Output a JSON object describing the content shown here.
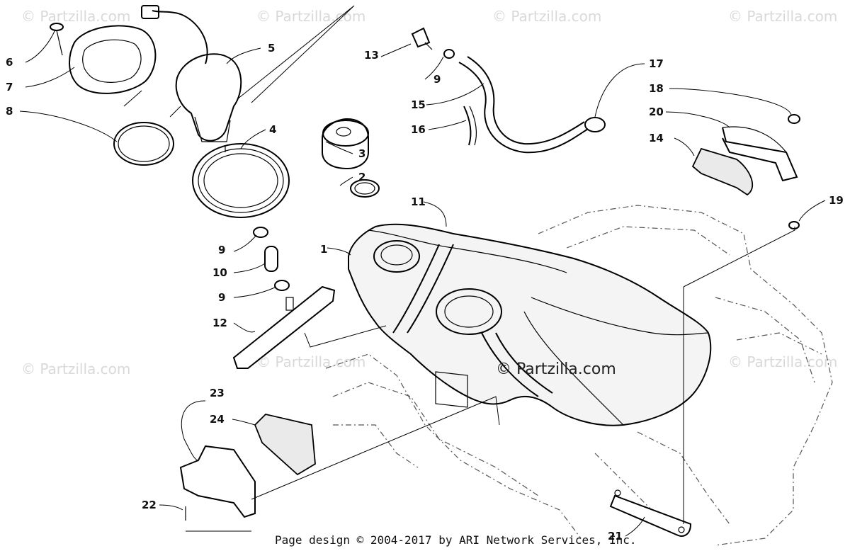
{
  "watermark": {
    "text": "© Partzilla.com",
    "main_text": "© Partzilla.com"
  },
  "footer": {
    "text": "Page design © 2004-2017 by ARI Network Services, Inc."
  },
  "callouts": {
    "c1": "1",
    "c2": "2",
    "c3": "3",
    "c4": "4",
    "c5": "5",
    "c6": "6",
    "c7": "7",
    "c8": "8",
    "c9a": "9",
    "c9b": "9",
    "c9c": "9",
    "c10": "10",
    "c11": "11",
    "c12": "12",
    "c13": "13",
    "c14": "14",
    "c15": "15",
    "c16": "16",
    "c17": "17",
    "c18": "18",
    "c19": "19",
    "c20": "20",
    "c21": "21",
    "c22": "22",
    "c23": "23",
    "c24": "24"
  }
}
